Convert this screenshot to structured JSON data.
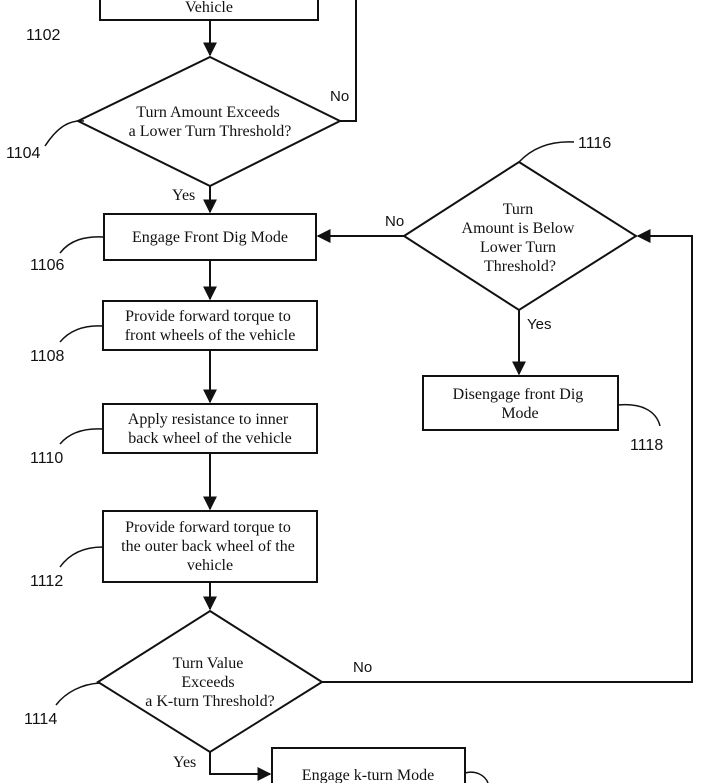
{
  "nodes": {
    "n1102": {
      "lines": [
        "Vehicle"
      ]
    },
    "n1104": {
      "lines": [
        "Turn Amount Exceeds",
        "a Lower Turn Threshold?"
      ]
    },
    "n1106": {
      "lines": [
        "Engage Front Dig Mode"
      ]
    },
    "n1108": {
      "lines": [
        "Provide forward torque to",
        "front wheels of the vehicle"
      ]
    },
    "n1110": {
      "lines": [
        "Apply resistance to inner",
        "back wheel of the vehicle"
      ]
    },
    "n1112": {
      "lines": [
        "Provide forward torque to",
        "the outer back wheel of the",
        "vehicle"
      ]
    },
    "n1114": {
      "lines": [
        "Turn Value",
        "Exceeds",
        "a K-turn Threshold?"
      ]
    },
    "n1116": {
      "lines": [
        "Turn",
        "Amount is Below",
        "Lower Turn",
        "Threshold?"
      ]
    },
    "n1118": {
      "lines": [
        "Disengage front Dig",
        "Mode"
      ]
    },
    "n1120": {
      "lines": [
        "Engage k-turn Mode"
      ]
    }
  },
  "refs": {
    "r1102": "1102",
    "r1104": "1104",
    "r1106": "1106",
    "r1108": "1108",
    "r1110": "1110",
    "r1112": "1112",
    "r1114": "1114",
    "r1116": "1116",
    "r1118": "1118"
  },
  "edges": {
    "e1104_no": "No",
    "e1104_yes": "Yes",
    "e1116_no": "No",
    "e1116_yes": "Yes",
    "e1114_no": "No",
    "e1114_yes": "Yes"
  }
}
